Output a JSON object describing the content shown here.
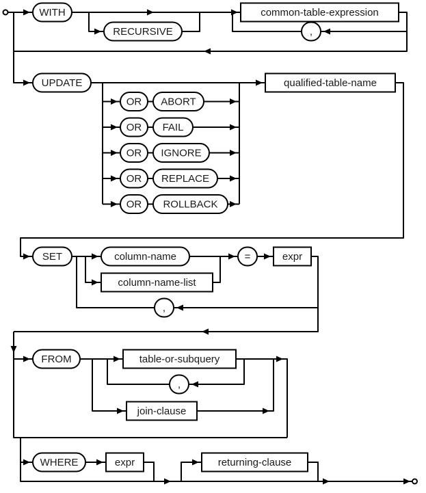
{
  "diagram": {
    "name": "update-stmt-syntax-diagram",
    "nodes": {
      "with": "WITH",
      "recursive": "RECURSIVE",
      "common_table_expression": "common-table-expression",
      "comma": ",",
      "update": "UPDATE",
      "or": "OR",
      "abort": "ABORT",
      "fail": "FAIL",
      "ignore": "IGNORE",
      "replace": "REPLACE",
      "rollback": "ROLLBACK",
      "qualified_table_name": "qualified-table-name",
      "set": "SET",
      "column_name": "column-name",
      "column_name_list": "column-name-list",
      "equals": "=",
      "expr": "expr",
      "from": "FROM",
      "table_or_subquery": "table-or-subquery",
      "join_clause": "join-clause",
      "where": "WHERE",
      "returning_clause": "returning-clause"
    },
    "colors": {
      "line": "#000000",
      "box_fill": "#ffffff",
      "text": "#1a1a1a",
      "background": "#ffffff"
    }
  }
}
